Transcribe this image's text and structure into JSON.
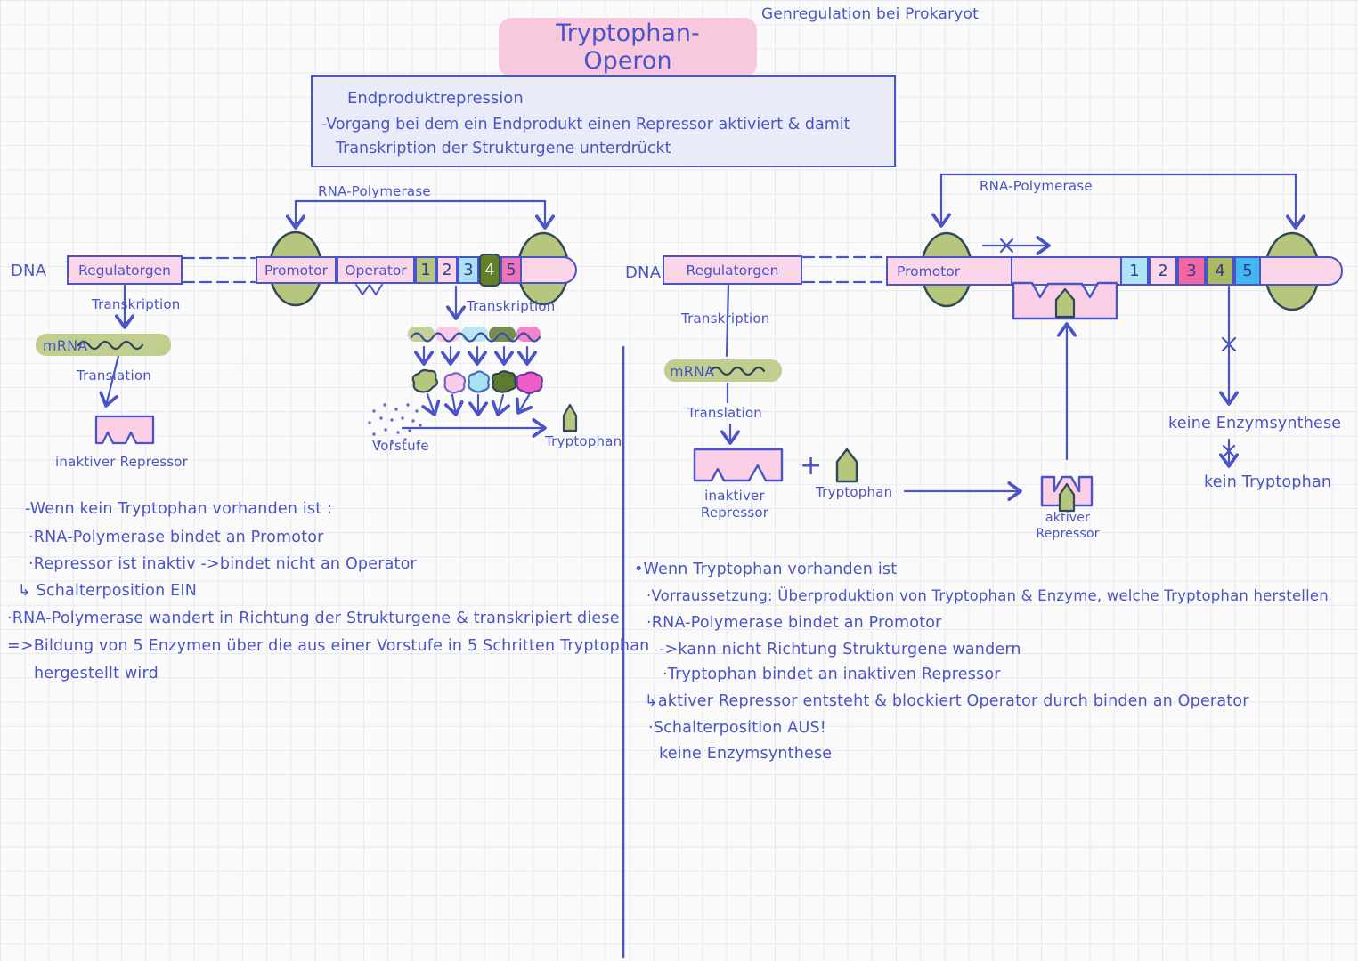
{
  "colors": {
    "ink": "#4a54c6",
    "pink_fill": "#fbd5e8",
    "title_highlight": "#f8c9de",
    "definition_box_fill": "#e9ecf8",
    "olive_green": "#b6c77d",
    "dark_green": "#5d7a31",
    "magenta": "#ef6ec2",
    "light_blue": "#abe1f4",
    "bright_blue": "#41b8f0",
    "deep_pink": "#f2679f"
  },
  "header": {
    "corner_note": "Genregulation bei Prokaryot",
    "title": "Tryptophan-Operon"
  },
  "definition_box": {
    "heading": "Endproduktrepression",
    "line1": "-Vorgang bei dem ein Endprodukt einen Repressor aktiviert & damit",
    "line2": "Transkription der Strukturgene unterdrückt"
  },
  "left_diagram": {
    "rna_polymerase": "RNA-Polymerase",
    "dna": "DNA",
    "regulatorgen": "Regulatorgen",
    "promotor": "Promotor",
    "operator": "Operator",
    "genes": [
      "1",
      "2",
      "3",
      "4",
      "5"
    ],
    "gene_colors": [
      "#b6c77d",
      "#fbd5e8",
      "#abe1f4",
      "#647f2a",
      "#f173b5"
    ],
    "transkription": "Transkription",
    "mrna": "mRNA",
    "translation": "Translation",
    "inactive_repressor": "inaktiver Repressor",
    "transkription2": "Transkription",
    "vorstufe": "Vorstufe",
    "tryptophan": "Tryptophan"
  },
  "left_notes": {
    "lines": [
      "-Wenn kein Tryptophan vorhanden ist :",
      "·RNA-Polymerase bindet an Promotor",
      "·Repressor ist inaktiv ->bindet nicht an Operator",
      "↳ Schalterposition EIN",
      "·RNA-Polymerase wandert in Richtung der Strukturgene & transkripiert diese",
      "=>Bildung von 5 Enzymen über die aus einer Vorstufe in 5 Schritten Tryptophan",
      "hergestellt wird"
    ]
  },
  "right_diagram": {
    "rna_polymerase": "RNA-Polymerase",
    "dna": "DNA",
    "regulatorgen": "Regulatorgen",
    "promotor": "Promotor",
    "genes": [
      "1",
      "2",
      "3",
      "4",
      "5"
    ],
    "gene_colors": [
      "#ade5f7",
      "#fbd5e8",
      "#f2679f",
      "#a9ba62",
      "#41b8f0"
    ],
    "transkription": "Transkription",
    "mrna": "mRNA",
    "translation": "Translation",
    "inactive_repressor": "inaktiver\nRepressor",
    "plus": "+",
    "tryptophan": "Tryptophan",
    "active_repressor": "aktiver\nRepressor",
    "no_enzyme_synthesis": "keine Enzymsynthese",
    "no_tryptophan": "kein Tryptophan"
  },
  "right_notes": {
    "lines": [
      "•Wenn Tryptophan vorhanden ist",
      "·Vorraussetzung: Überproduktion von Tryptophan & Enzyme, welche Tryptophan herstellen",
      "·RNA-Polymerase bindet an Promotor",
      "->kann nicht Richtung Strukturgene wandern",
      "·Tryptophan bindet an inaktiven Repressor",
      "↳aktiver Repressor entsteht & blockiert Operator durch binden an Operator",
      "·Schalterposition AUS!",
      "keine Enzymsynthese"
    ]
  }
}
